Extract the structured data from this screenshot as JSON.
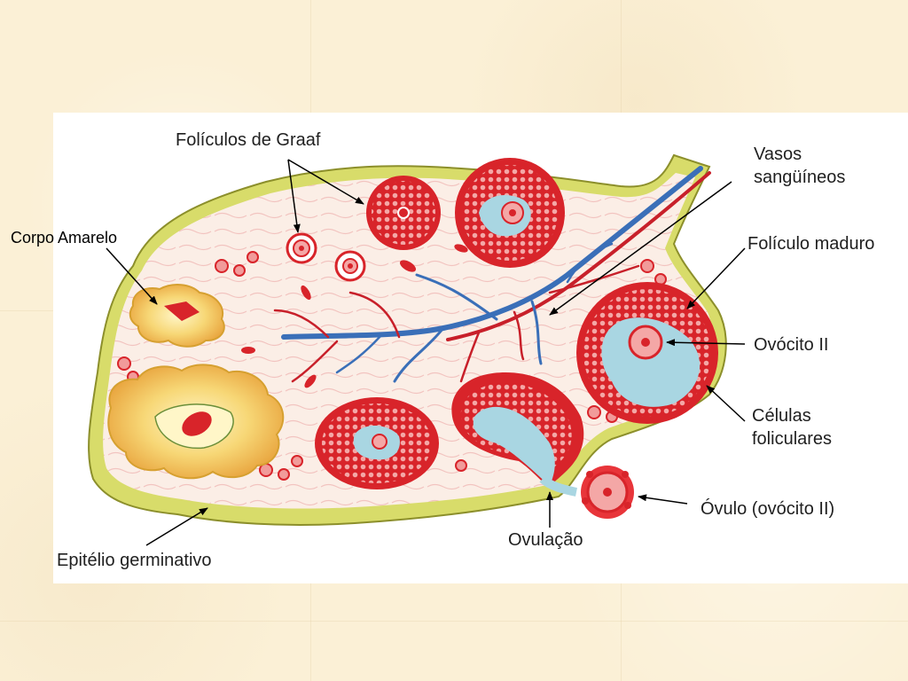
{
  "labels": {
    "foliculos_graaf": "Folículos de Graaf",
    "vasos_line1": "Vasos",
    "vasos_line2": "sangüíneos",
    "corpo_amarelo": "Corpo Amarelo",
    "foliculo_maduro": "Folículo maduro",
    "ovocito": "Ovócito II",
    "celulas_line1": "Células",
    "celulas_line2": "foliculares",
    "ovulo": "Óvulo (ovócito II)",
    "ovulacao": "Ovulação",
    "epitelio": "Epitélio germinativo"
  },
  "colors": {
    "background": "#fbf0d6",
    "panel": "#ffffff",
    "ovary_outer": "#d8dc6a",
    "stroma": "#fbeee6",
    "follicle_red": "#d8242a",
    "follicle_pink": "#f2a3a0",
    "antrum_blue": "#a9d6e2",
    "vessel_blue": "#3a6fb8",
    "vessel_red": "#c8202a",
    "corpus_yellow": "#f0c050"
  }
}
